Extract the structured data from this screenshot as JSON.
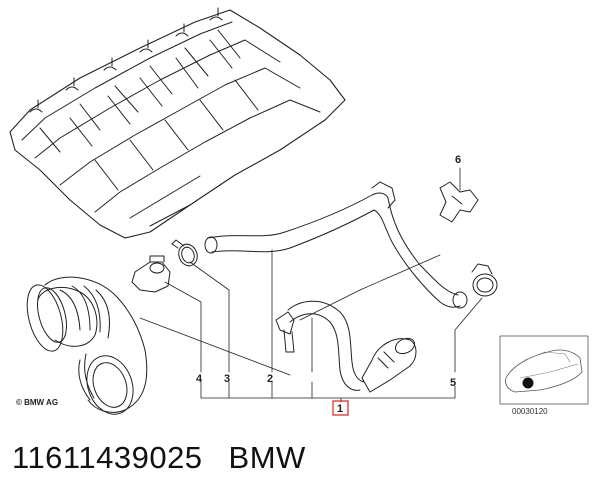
{
  "diagram": {
    "callouts": [
      "1",
      "2",
      "3",
      "4",
      "5",
      "6"
    ],
    "copyright": "© BMW AG",
    "thumbnail_code": "00030120",
    "highlight_color": "#d9322e",
    "line_color": "#222222"
  },
  "caption": {
    "part_number": "11611439025",
    "brand": "BMW"
  }
}
